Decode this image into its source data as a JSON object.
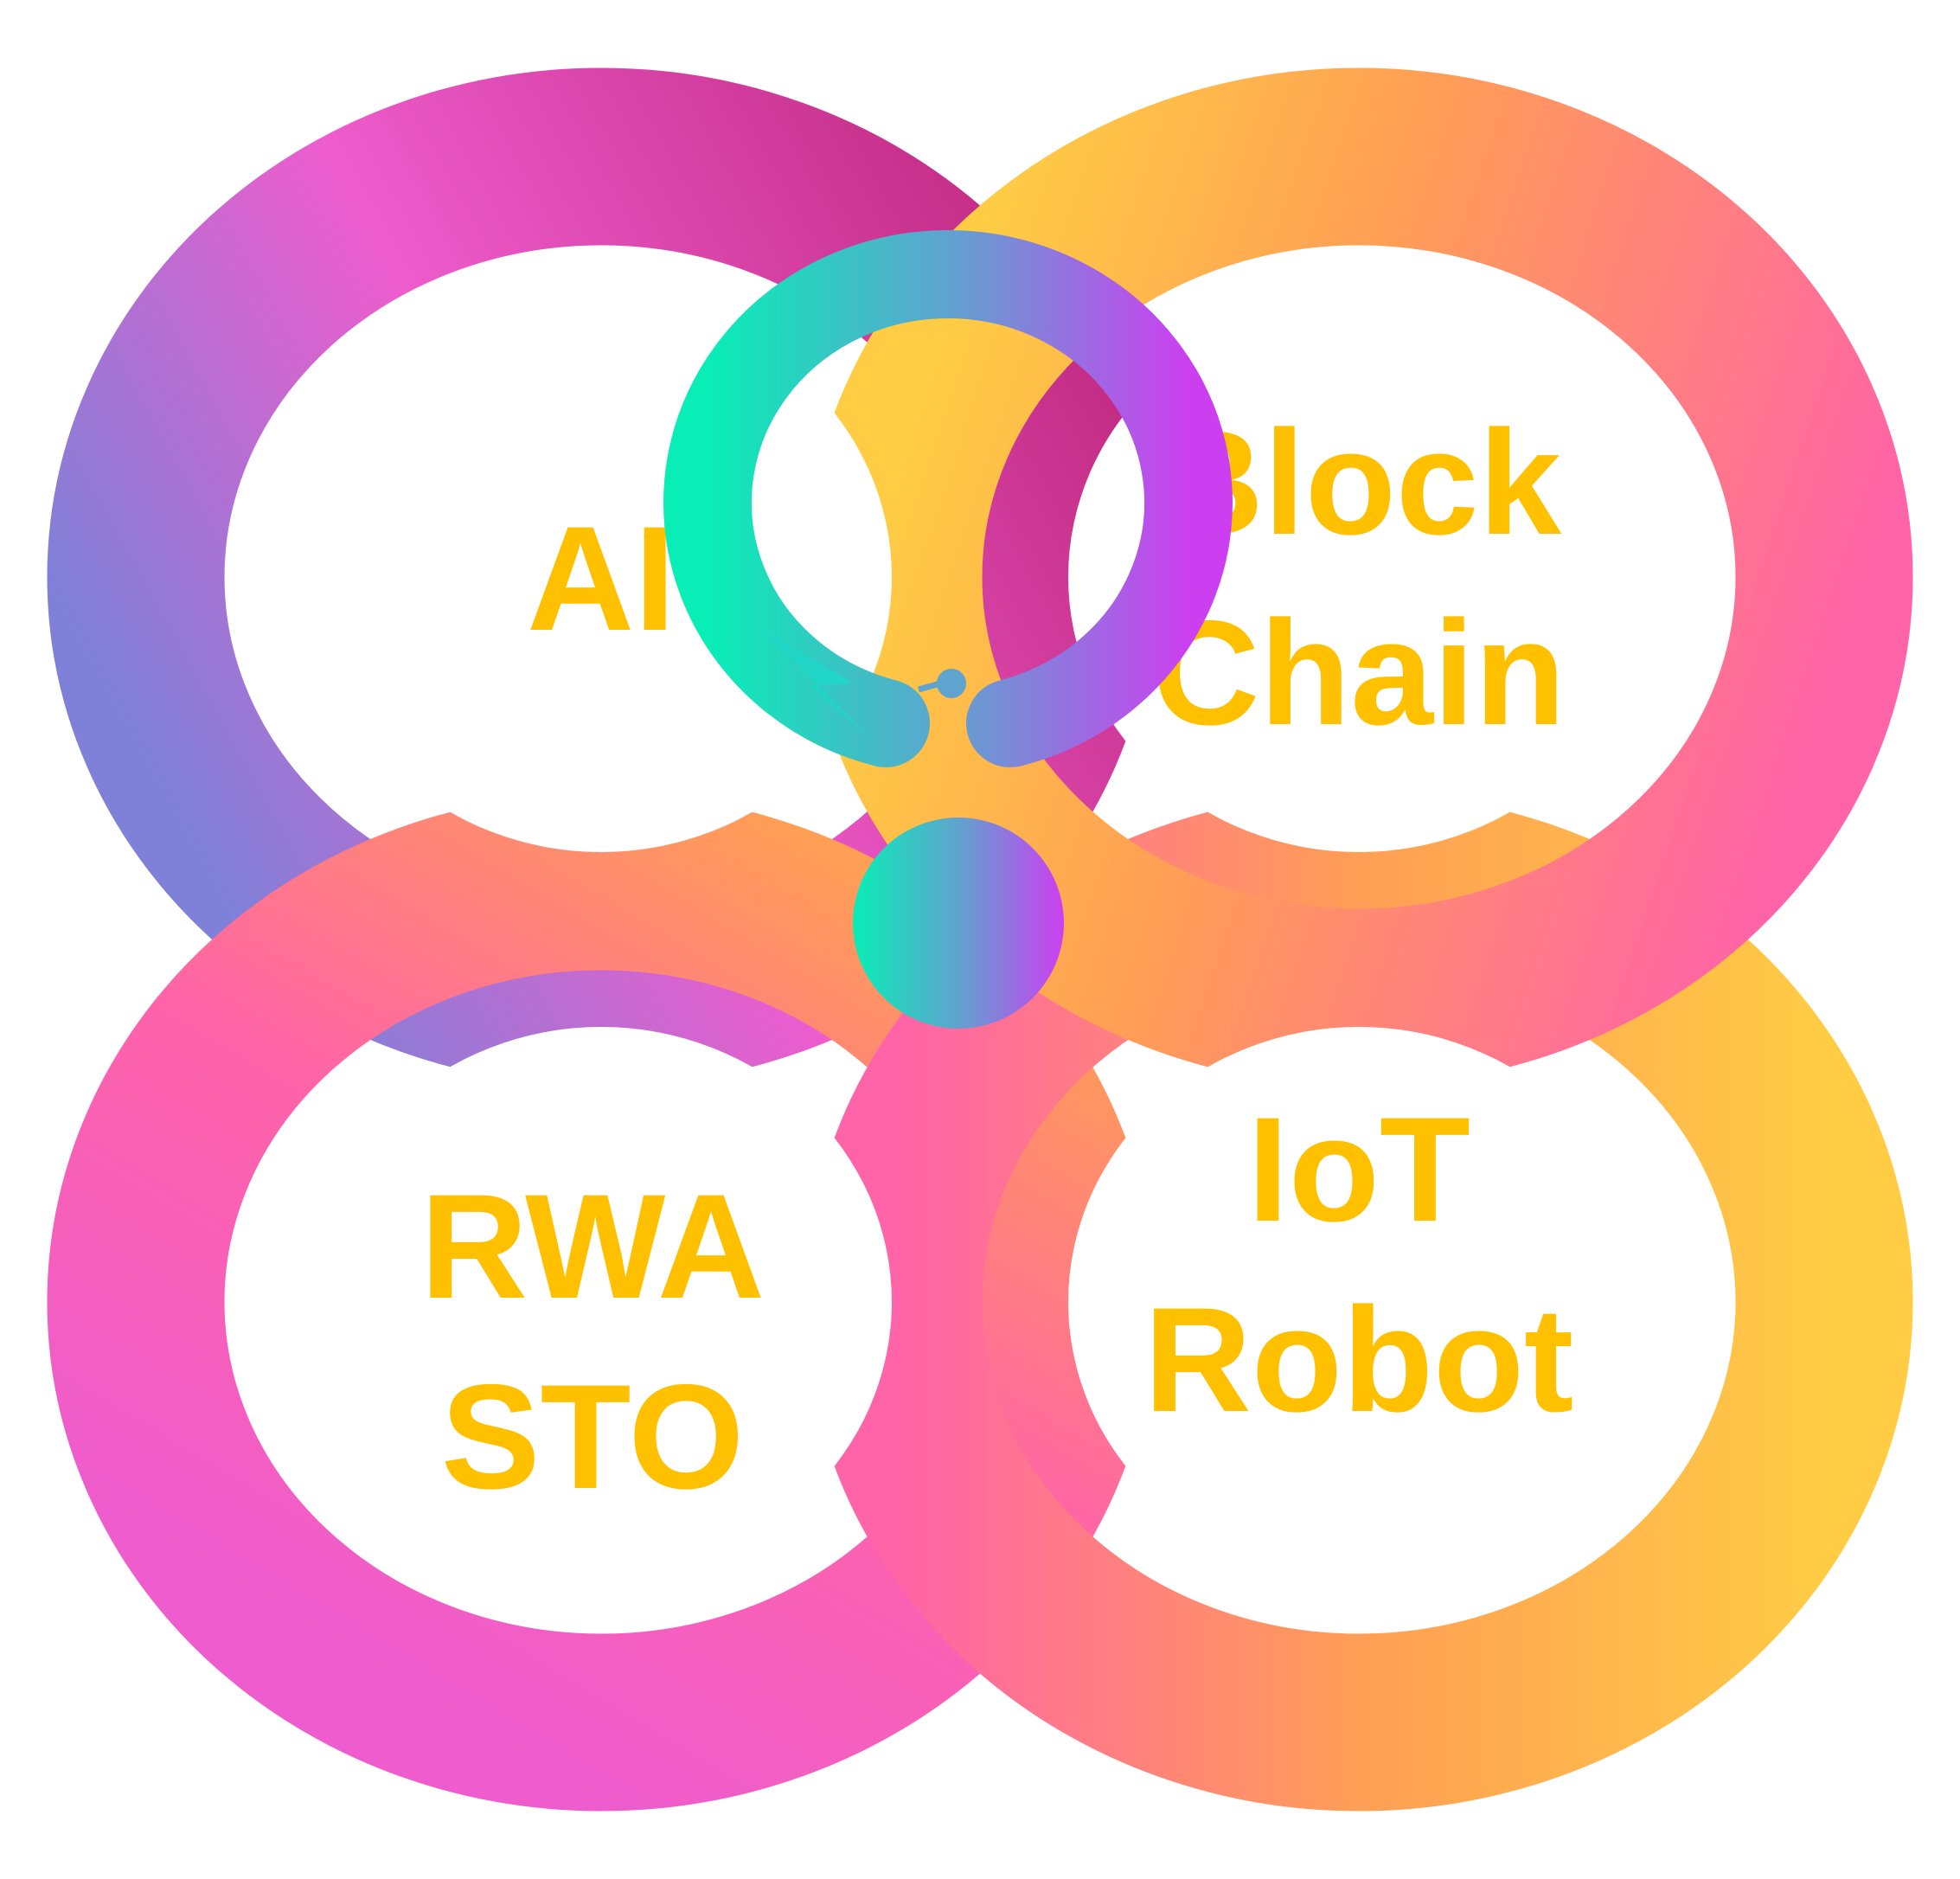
{
  "rings": [
    {
      "id": "ai",
      "lines": [
        "AI"
      ],
      "gradient": [
        "#7f81d8",
        "#ee5ccd",
        "#c42d86"
      ]
    },
    {
      "id": "blockchain",
      "lines": [
        "Block",
        "Chain"
      ],
      "gradient": [
        "#ffcc44",
        "#ff9e55",
        "#ff63a8"
      ]
    },
    {
      "id": "rwa-sto",
      "lines": [
        "RWA",
        "STO"
      ],
      "gradient": [
        "#ff9e55",
        "#ff63a8",
        "#ee5ccd"
      ]
    },
    {
      "id": "iot-robot",
      "lines": [
        "IoT",
        "Robot"
      ],
      "gradient": [
        "#ff63a8",
        "#ff9e55",
        "#ffcc44"
      ]
    }
  ],
  "colors": {
    "label": "#ffc000",
    "center_ring_start": "#08eeb6",
    "center_ring_end": "#cc3ff0",
    "background": "#ffffff"
  },
  "center_logo": {
    "icon": "dragon-ring-logo-icon"
  }
}
